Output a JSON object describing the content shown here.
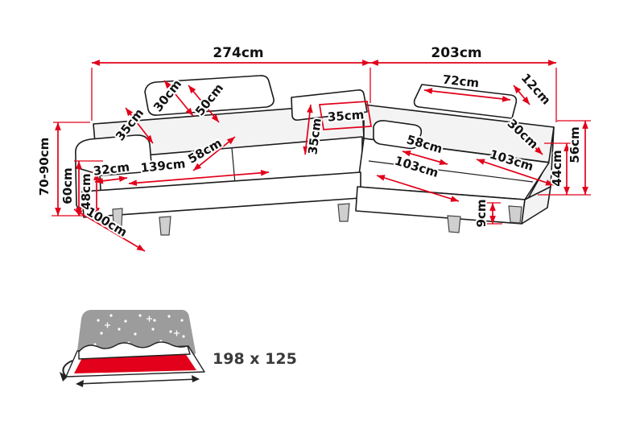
{
  "diagram": {
    "dims": {
      "overall_width_left": "274cm",
      "overall_width_right": "203cm",
      "height_range": "70-90cm",
      "armrest_height": "60cm",
      "seat_height": "48cm",
      "left_headrest_depth": "30cm",
      "left_backrest_depth": "50cm",
      "left_armrest_width": "35cm",
      "left_seat_depth": "58cm",
      "left_armrest_front": "32cm",
      "left_seat_width": "139cm",
      "left_total_depth": "100cm",
      "corner_width": "35cm",
      "corner_depth": "35cm",
      "right_headrest_width": "72cm",
      "right_headrest_depth": "12cm",
      "right_backrest_depth": "30cm",
      "right_seat_width": "58cm",
      "chaise_length_inner": "103cm",
      "chaise_length_outer": "103cm",
      "chaise_seat_height": "44cm",
      "right_back_height": "56cm",
      "leg_height": "9cm"
    },
    "bed": {
      "sleeping_area": "198 x 125"
    },
    "colors": {
      "dimension_line": "#e2001a",
      "sofa_outline": "#1b1b1b",
      "icon_gray": "#9c9c9c",
      "icon_highlight": "#e2001a",
      "label_text": "#111111",
      "bed_label_text": "#3a3a3a"
    }
  }
}
